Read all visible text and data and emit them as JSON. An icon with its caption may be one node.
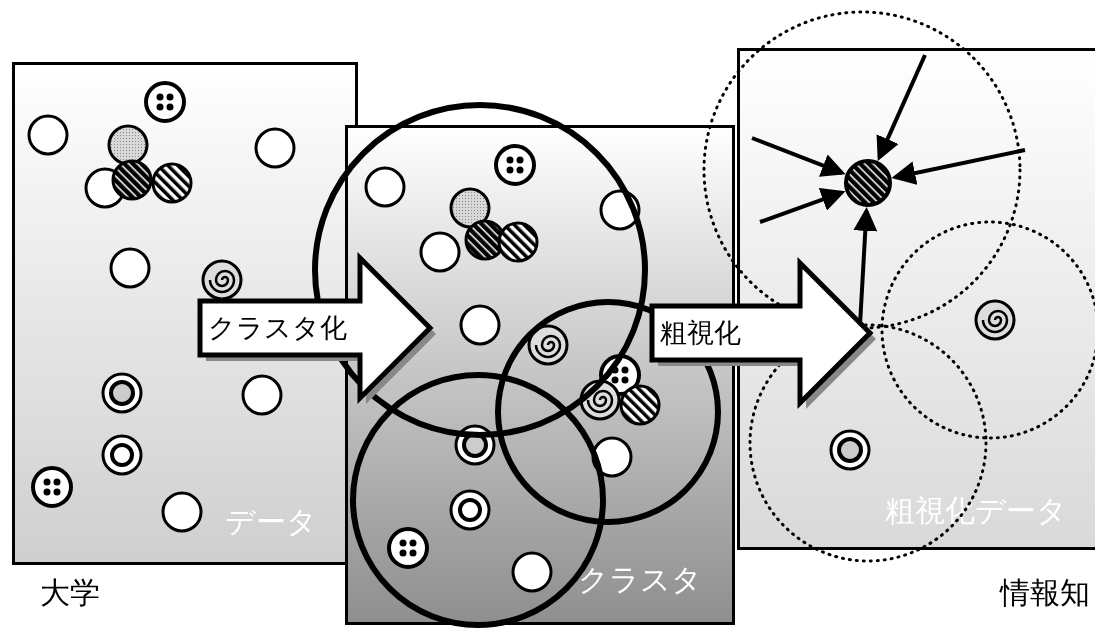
{
  "diagram": {
    "nodes": [
      {
        "text": [
          "データ"
        ]
      },
      {
        "text": [
          "クラスタ"
        ]
      },
      {
        "text": [
          "粗視化データ"
        ]
      },
      {
        "text": [],
        "shape": "circle",
        "in": 2
      }
    ],
    "edges": [
      {
        "from": 0,
        "to": 1,
        "arrow": "to",
        "label": "クラスタ化",
        "style": "thick"
      },
      {
        "from": 1,
        "to": 2,
        "arrow": "to",
        "label": "粗視化",
        "style": "thick"
      },
      {
        "from": null,
        "to": 3,
        "arrow": "to"
      },
      {
        "from": null,
        "to": 3,
        "arrow": "to"
      },
      {
        "from": null,
        "to": 3,
        "arrow": "to"
      },
      {
        "from": null,
        "to": 3,
        "arrow": "to"
      },
      {
        "from": null,
        "to": 3,
        "arrow": "to"
      }
    ],
    "labels": [
      "大学",
      "情報知"
    ]
  }
}
